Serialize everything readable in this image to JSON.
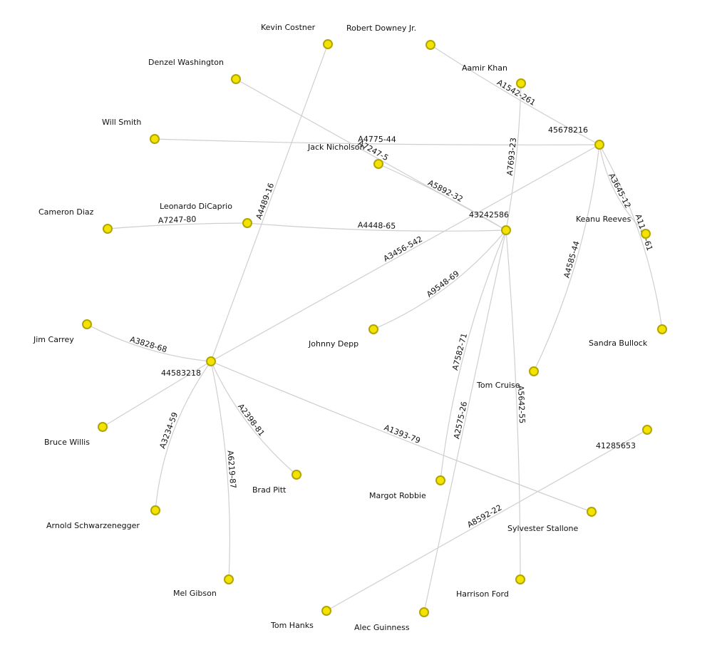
{
  "graph": {
    "node_color": "#f2e400",
    "node_stroke": "#b3a400",
    "edge_color": "#cfcfcf",
    "nodes": [
      {
        "id": "h1",
        "label": "43242586"
      },
      {
        "id": "h2",
        "label": "45678216"
      },
      {
        "id": "h3",
        "label": "44583218"
      },
      {
        "id": "h4",
        "label": "41285653"
      },
      {
        "id": "kc",
        "label": "Kevin Costner"
      },
      {
        "id": "rdj",
        "label": "Robert Downey Jr."
      },
      {
        "id": "ak",
        "label": "Aamir Khan"
      },
      {
        "id": "dw",
        "label": "Denzel Washington"
      },
      {
        "id": "ws",
        "label": "Will Smith"
      },
      {
        "id": "jn",
        "label": "Jack Nicholson"
      },
      {
        "id": "cd",
        "label": "Cameron Diaz"
      },
      {
        "id": "ldc",
        "label": "Leonardo DiCaprio"
      },
      {
        "id": "kr",
        "label": "Keanu Reeves"
      },
      {
        "id": "sb",
        "label": "Sandra Bullock"
      },
      {
        "id": "jc",
        "label": "Jim Carrey"
      },
      {
        "id": "jd",
        "label": "Johnny Depp"
      },
      {
        "id": "tc",
        "label": "Tom Cruise"
      },
      {
        "id": "bw",
        "label": "Bruce Willis"
      },
      {
        "id": "bp",
        "label": "Brad Pitt"
      },
      {
        "id": "mr",
        "label": "Margot Robbie"
      },
      {
        "id": "as",
        "label": "Arnold Schwarzenegger"
      },
      {
        "id": "ss",
        "label": "Sylvester Stallone"
      },
      {
        "id": "mg",
        "label": "Mel Gibson"
      },
      {
        "id": "hf",
        "label": "Harrison Ford"
      },
      {
        "id": "th",
        "label": "Tom Hanks"
      },
      {
        "id": "ag",
        "label": "Alec Guinness"
      }
    ],
    "edges": [
      {
        "source": "rdj",
        "target": "h2",
        "label": "A1542-261"
      },
      {
        "source": "ak",
        "target": "h1",
        "label": "A7693-23"
      },
      {
        "source": "ws",
        "target": "h2",
        "label": "A4775-44"
      },
      {
        "source": "dw",
        "target": "h1",
        "label": "A7247-5"
      },
      {
        "source": "jn",
        "target": "h1",
        "label": "A5892-32"
      },
      {
        "source": "ldc",
        "target": "h1",
        "label": "A4448-65"
      },
      {
        "source": "cd",
        "target": "ldc",
        "label": "A7247-80"
      },
      {
        "source": "kc",
        "target": "h3",
        "label": "A4489-16"
      },
      {
        "source": "h3",
        "target": "h2",
        "label": "A3456-542"
      },
      {
        "source": "jd",
        "target": "h1",
        "label": "A9548-69"
      },
      {
        "source": "kr",
        "target": "h2",
        "label": "A3645-12"
      },
      {
        "source": "sb",
        "target": "h2",
        "label": "A1112-61"
      },
      {
        "source": "tc",
        "target": "h2",
        "label": "A4585-44"
      },
      {
        "source": "mr",
        "target": "h1",
        "label": "A7582-71"
      },
      {
        "source": "hf",
        "target": "h1",
        "label": "A5642-55"
      },
      {
        "source": "ag",
        "target": "h1",
        "label": "A2575-26"
      },
      {
        "source": "jc",
        "target": "h3",
        "label": "A3828-68"
      },
      {
        "source": "bw",
        "target": "h3",
        "label": ""
      },
      {
        "source": "as",
        "target": "h3",
        "label": "A3234-59"
      },
      {
        "source": "mg",
        "target": "h3",
        "label": "A6219-87"
      },
      {
        "source": "bp",
        "target": "h3",
        "label": "A2398-81"
      },
      {
        "source": "ss",
        "target": "h3",
        "label": "A1393-79"
      },
      {
        "source": "th",
        "target": "h4",
        "label": "A8592-22"
      }
    ]
  }
}
